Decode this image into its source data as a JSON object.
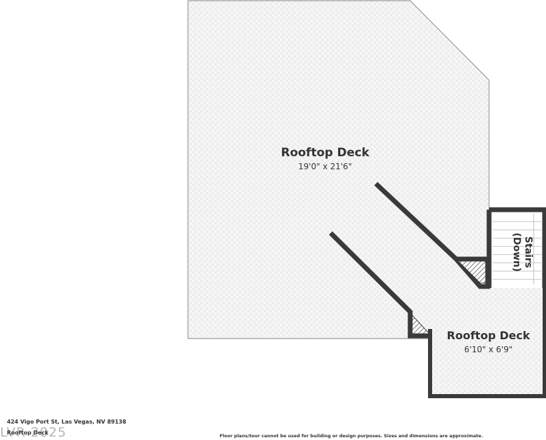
{
  "rooms": {
    "main": {
      "name": "Rooftop Deck",
      "dims": "19'0\" x 21'6\""
    },
    "small": {
      "name": "Rooftop Deck",
      "dims": "6'10\" x 6'9\""
    },
    "stairs": {
      "line1": "Stairs",
      "line2": "(Down)"
    }
  },
  "footer": {
    "address": "424 Vigo Port St, Las Vegas, NV 89138",
    "subtitle": "Rooftop Deck",
    "watermark": "LVR 2025",
    "disclaimer": "Floor plans/tour cannot be used for building or design purposes. Sizes and dimensions are approximate."
  },
  "colors": {
    "wall": "#3a3a3a",
    "floor": "#ececec",
    "tile_line": "#ffffff"
  }
}
